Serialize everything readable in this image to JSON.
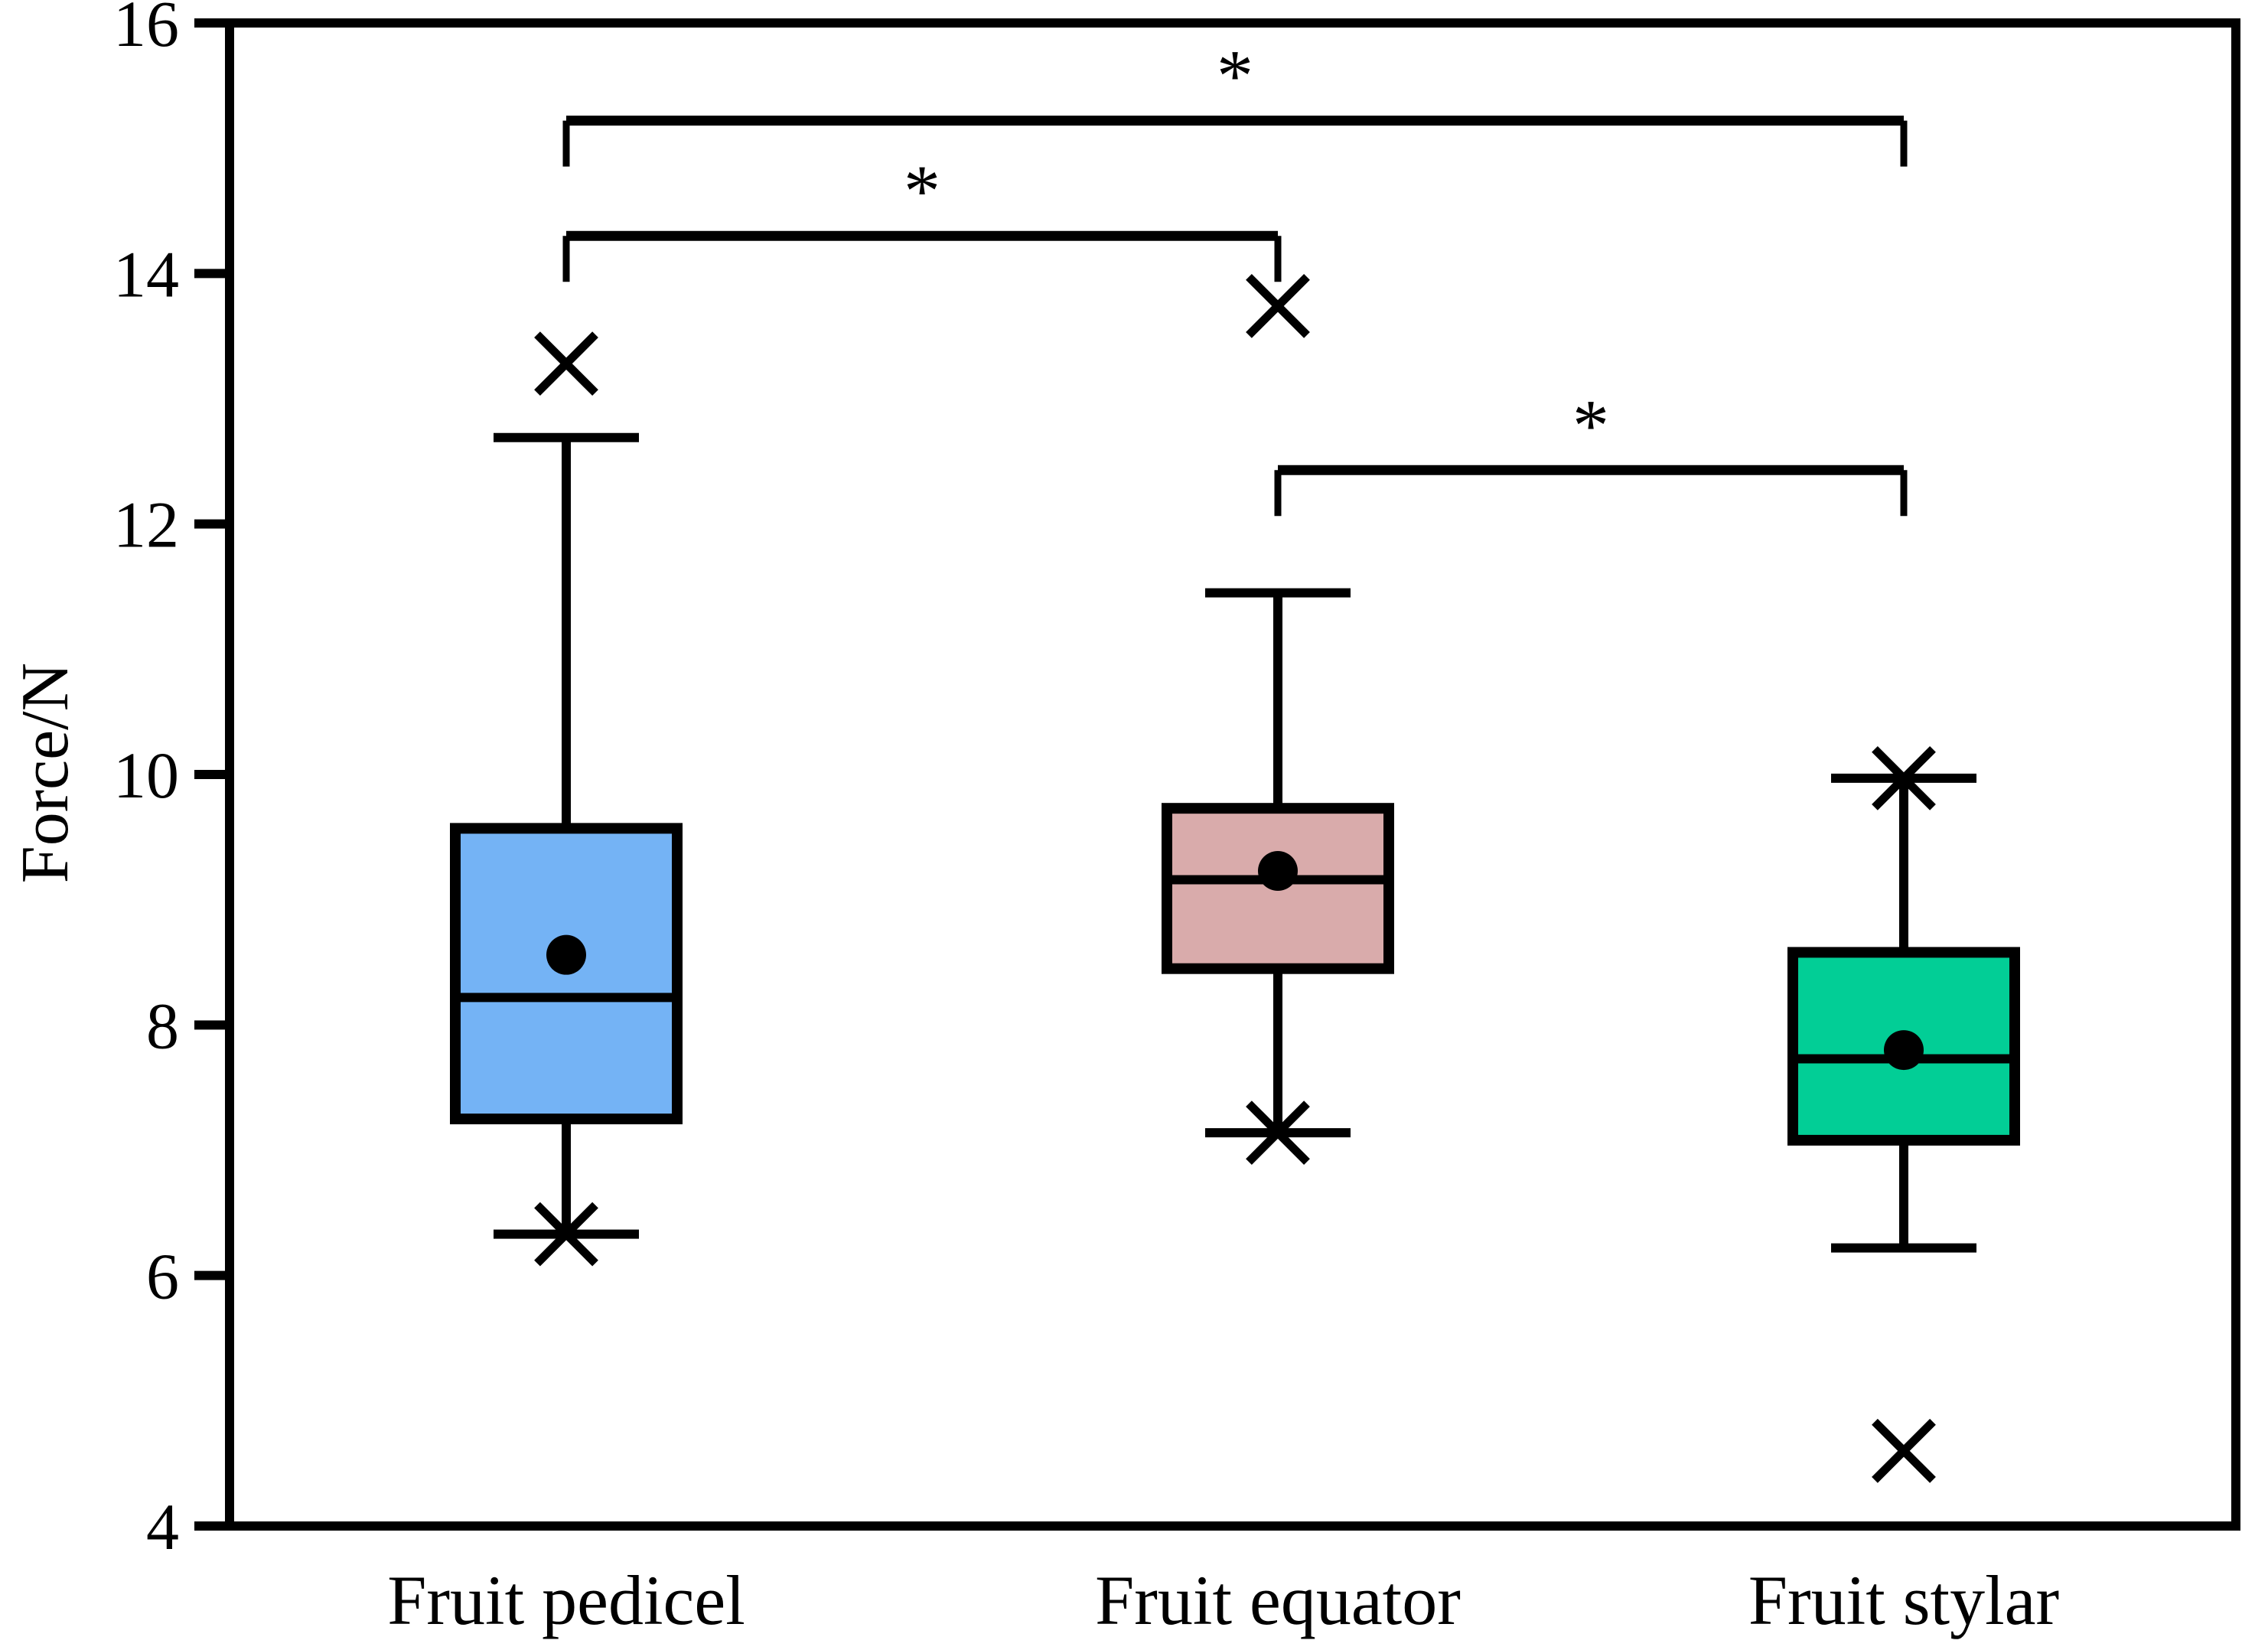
{
  "chart_data": {
    "type": "box",
    "title": "",
    "xlabel": "",
    "ylabel": "Force/N",
    "ylim": [
      4,
      16
    ],
    "ytick_labels": [
      "16",
      "14",
      "12",
      "10",
      "8",
      "6",
      "4"
    ],
    "yticks": [
      16,
      14,
      12,
      10,
      8,
      6,
      4
    ],
    "grid": false,
    "legend": "none",
    "categories": [
      "Fruit pedicel",
      "Fruit equator",
      "Fruit stylar"
    ],
    "boxes": [
      {
        "category": "Fruit pedicel",
        "color": "#74B3F5",
        "q1": 7.25,
        "median": 8.22,
        "q3": 9.57,
        "mean": 8.56,
        "whisker_low": 6.33,
        "whisker_high": 12.69,
        "outliers_high": [
          13.28
        ],
        "outliers_low": [
          6.33
        ]
      },
      {
        "category": "Fruit equator",
        "color": "#D9ABAB",
        "q1": 8.45,
        "median": 9.16,
        "q3": 9.73,
        "mean": 9.23,
        "whisker_low": 7.14,
        "whisker_high": 11.45,
        "outliers_high": [
          13.74
        ],
        "outliers_low": [
          7.14
        ]
      },
      {
        "category": "Fruit stylar",
        "color": "#02CE96",
        "q1": 7.08,
        "median": 7.73,
        "q3": 8.58,
        "mean": 7.8,
        "whisker_low": 6.22,
        "whisker_high": 9.97,
        "outliers_high": [
          9.97
        ],
        "outliers_low": [
          4.6
        ]
      }
    ],
    "significance_bars": [
      {
        "from": "Fruit pedicel",
        "to": "Fruit stylar",
        "label": "*",
        "level": 15.22
      },
      {
        "from": "Fruit pedicel",
        "to": "Fruit equator",
        "label": "*",
        "level": 14.3
      },
      {
        "from": "Fruit equator",
        "to": "Fruit stylar",
        "label": "*",
        "level": 12.43
      }
    ],
    "annotations": {
      "mean_marker": "filled-circle",
      "outlier_marker": "x-cross",
      "star_label": "*"
    }
  }
}
